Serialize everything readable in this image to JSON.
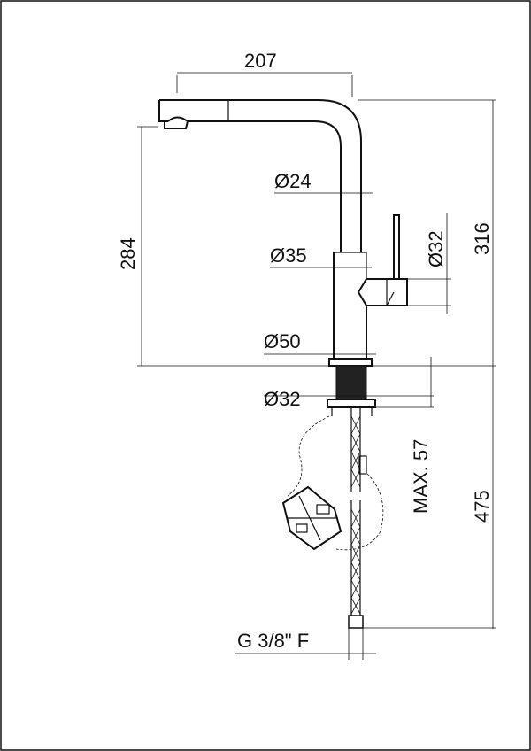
{
  "dimensions": {
    "spout_reach": "207",
    "spout_height": "284",
    "total_height": "316",
    "spout_diameter": "Ø24",
    "body_diameter": "Ø35",
    "handle_diameter": "Ø32",
    "base_diameter": "Ø50",
    "shank_diameter": "Ø32",
    "max_deck_thickness": "MAX. 57",
    "hose_length": "475",
    "connection_thread": "G 3/8\" F"
  }
}
